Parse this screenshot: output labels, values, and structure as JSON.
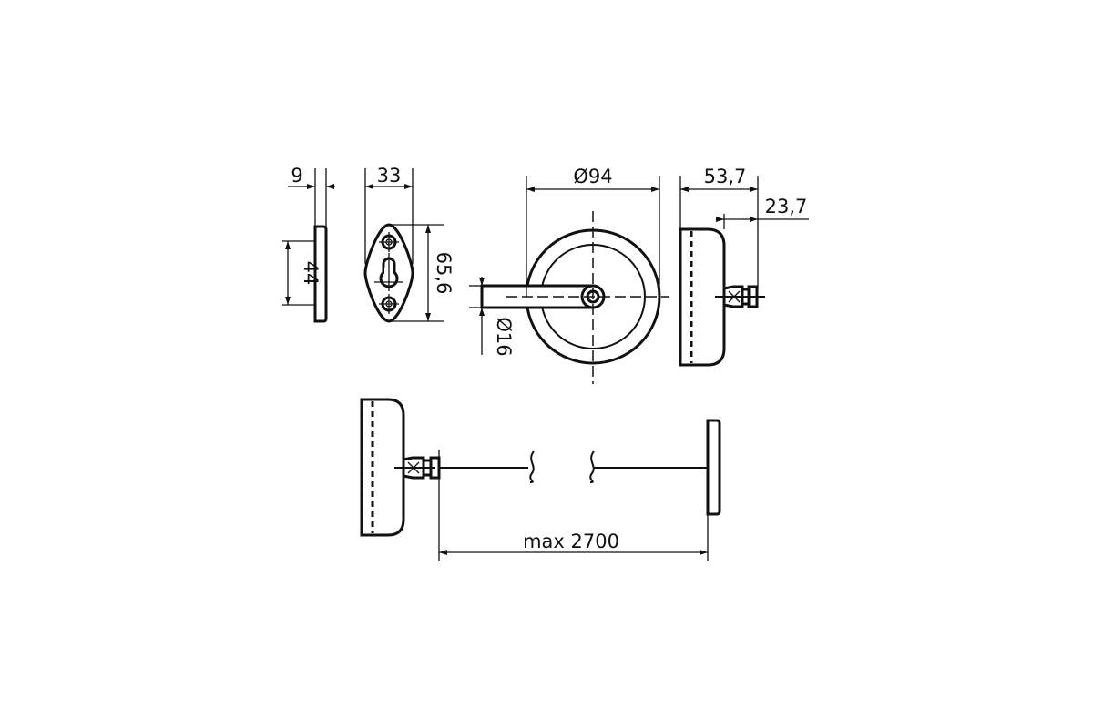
{
  "diagram": {
    "dimensions": {
      "plate_thickness": "9",
      "plate_height": "44",
      "bracket_width": "33",
      "bracket_height": "65,6",
      "body_diameter": "Ø94",
      "hub_diameter": "Ø16",
      "housing_depth": "53,7",
      "nozzle_length": "23,7",
      "max_extension": "max 2700"
    }
  }
}
